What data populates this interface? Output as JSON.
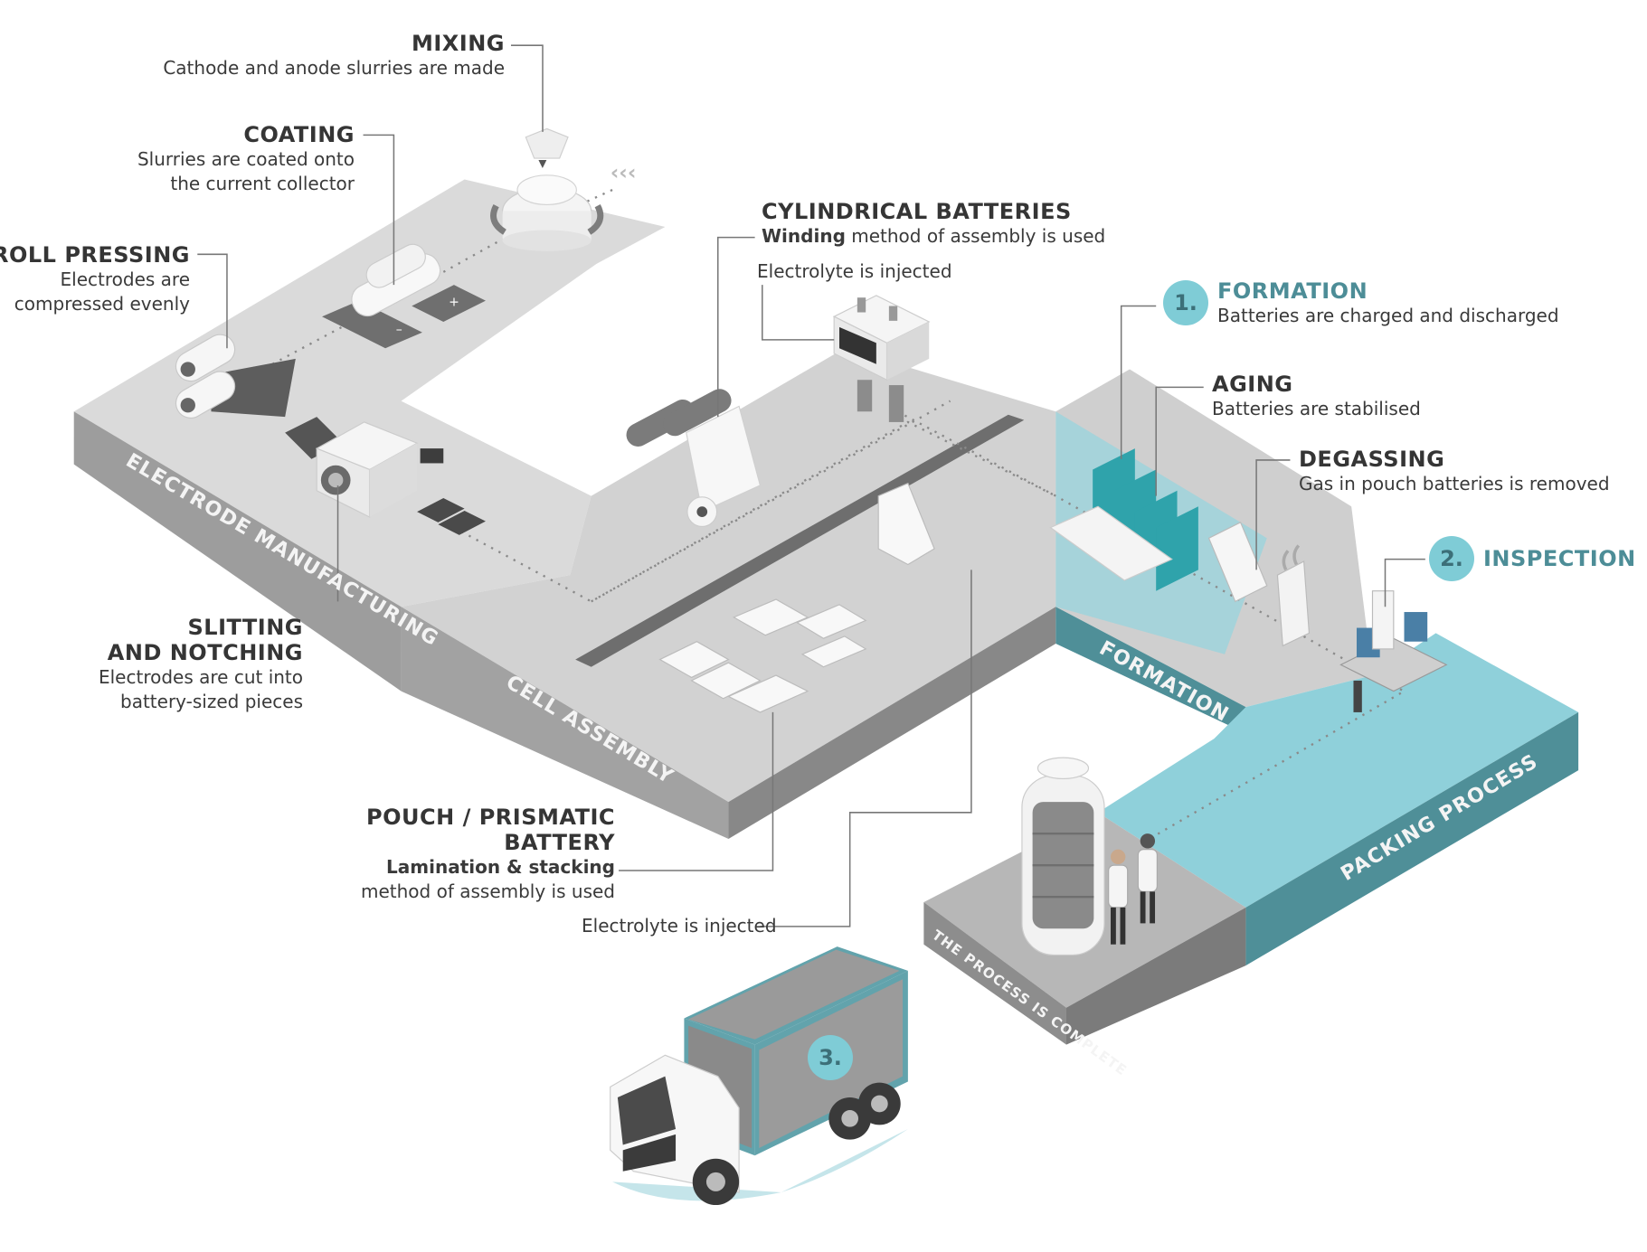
{
  "title": "Battery manufacturing process",
  "colors": {
    "teal_accent": "#4d8d97",
    "badge_fill": "#7fccd6",
    "platform_top": "#d8d8d8",
    "platform_side": "#9a9a9a",
    "teal_top": "#8fd0da",
    "teal_side": "#4f8f98"
  },
  "steps": {
    "mixing": {
      "title": "MIXING",
      "desc": "Cathode and anode slurries are made"
    },
    "coating": {
      "title": "COATING",
      "desc_line1": "Slurries are coated onto",
      "desc_line2": "the current collector"
    },
    "roll_pressing": {
      "title": "ROLL PRESSING",
      "desc_line1": "Electrodes are",
      "desc_line2": "compressed evenly"
    },
    "slitting": {
      "title_line1": "SLITTING",
      "title_line2": "AND NOTCHING",
      "desc_line1": "Electrodes are cut into",
      "desc_line2": "battery-sized pieces"
    },
    "cylindrical": {
      "title": "CYLINDRICAL BATTERIES",
      "desc_bold": "Winding",
      "desc_rest": " method of assembly is used",
      "electrolyte": "Electrolyte is injected"
    },
    "pouch": {
      "title_line1": "POUCH / PRISMATIC",
      "title_line2": "BATTERY",
      "desc_bold": "Lamination & stacking",
      "desc_rest": "method of assembly is used",
      "electrolyte": "Electrolyte is injected"
    },
    "formation": {
      "number": "1.",
      "title": "FORMATION",
      "desc": "Batteries are charged and discharged"
    },
    "aging": {
      "title": "AGING",
      "desc": "Batteries are stabilised"
    },
    "degassing": {
      "title": "DEGASSING",
      "desc": "Gas in pouch batteries is removed"
    },
    "inspection": {
      "number": "2.",
      "title": "INSPECTION"
    },
    "shipping": {
      "number": "3."
    }
  },
  "platforms": {
    "electrode": "ELECTRODE MANUFACTURING",
    "cell": "CELL ASSEMBLY",
    "formation": "FORMATION",
    "packing": "PACKING PROCESS",
    "complete": "THE PROCESS IS COMPLETE"
  }
}
